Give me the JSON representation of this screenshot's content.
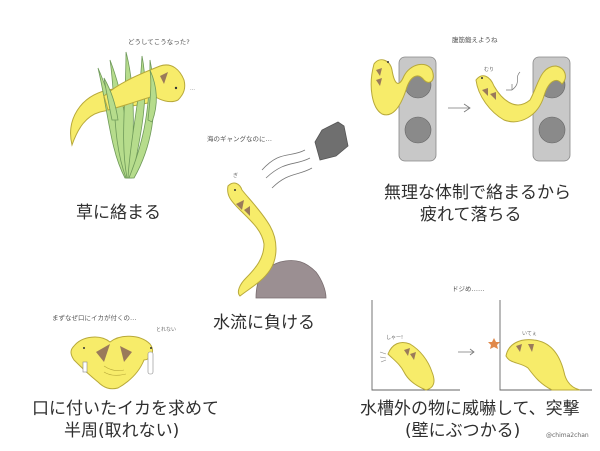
{
  "colors": {
    "background": "#ffffff",
    "eel_body": "#f7ec6a",
    "eel_outline": "#b8a93a",
    "eel_stripe": "#9a7a5a",
    "seaweed_fill": "#b6dc8c",
    "seaweed_outline": "#6f9a5a",
    "rock": "#9b8f92",
    "pipe": "#6f6f6f",
    "filter_panel": "#c8c8c8",
    "filter_hole": "#8a8a8a",
    "impact_star": "#e0884a",
    "text": "#2f2f2f"
  },
  "panels": [
    {
      "id": "seaweed",
      "note": "どうしてこうなった?",
      "caption": "草に絡まる",
      "sound": "…"
    },
    {
      "id": "current",
      "note": "海のギャングなのに…",
      "caption": "水流に負ける",
      "sound": "ぎ"
    },
    {
      "id": "filter",
      "note": "腹筋鍛えようね",
      "caption_lines": [
        "無理な体制で絡まるから",
        "疲れて落ちる"
      ],
      "sound": "むり"
    },
    {
      "id": "squid",
      "note": "まずなぜ口にイカが付くの…",
      "caption_lines": [
        "口に付いたイカを求めて",
        "半周(取れない)"
      ],
      "sound": "とれない"
    },
    {
      "id": "wall",
      "note": "ドジめ……",
      "caption_lines": [
        "水槽外の物に威嚇して、突撃",
        "(壁にぶつかる)"
      ],
      "sound_left": "しゃー!",
      "sound_right": "いてぇ"
    }
  ],
  "credit": "@chima2chan"
}
